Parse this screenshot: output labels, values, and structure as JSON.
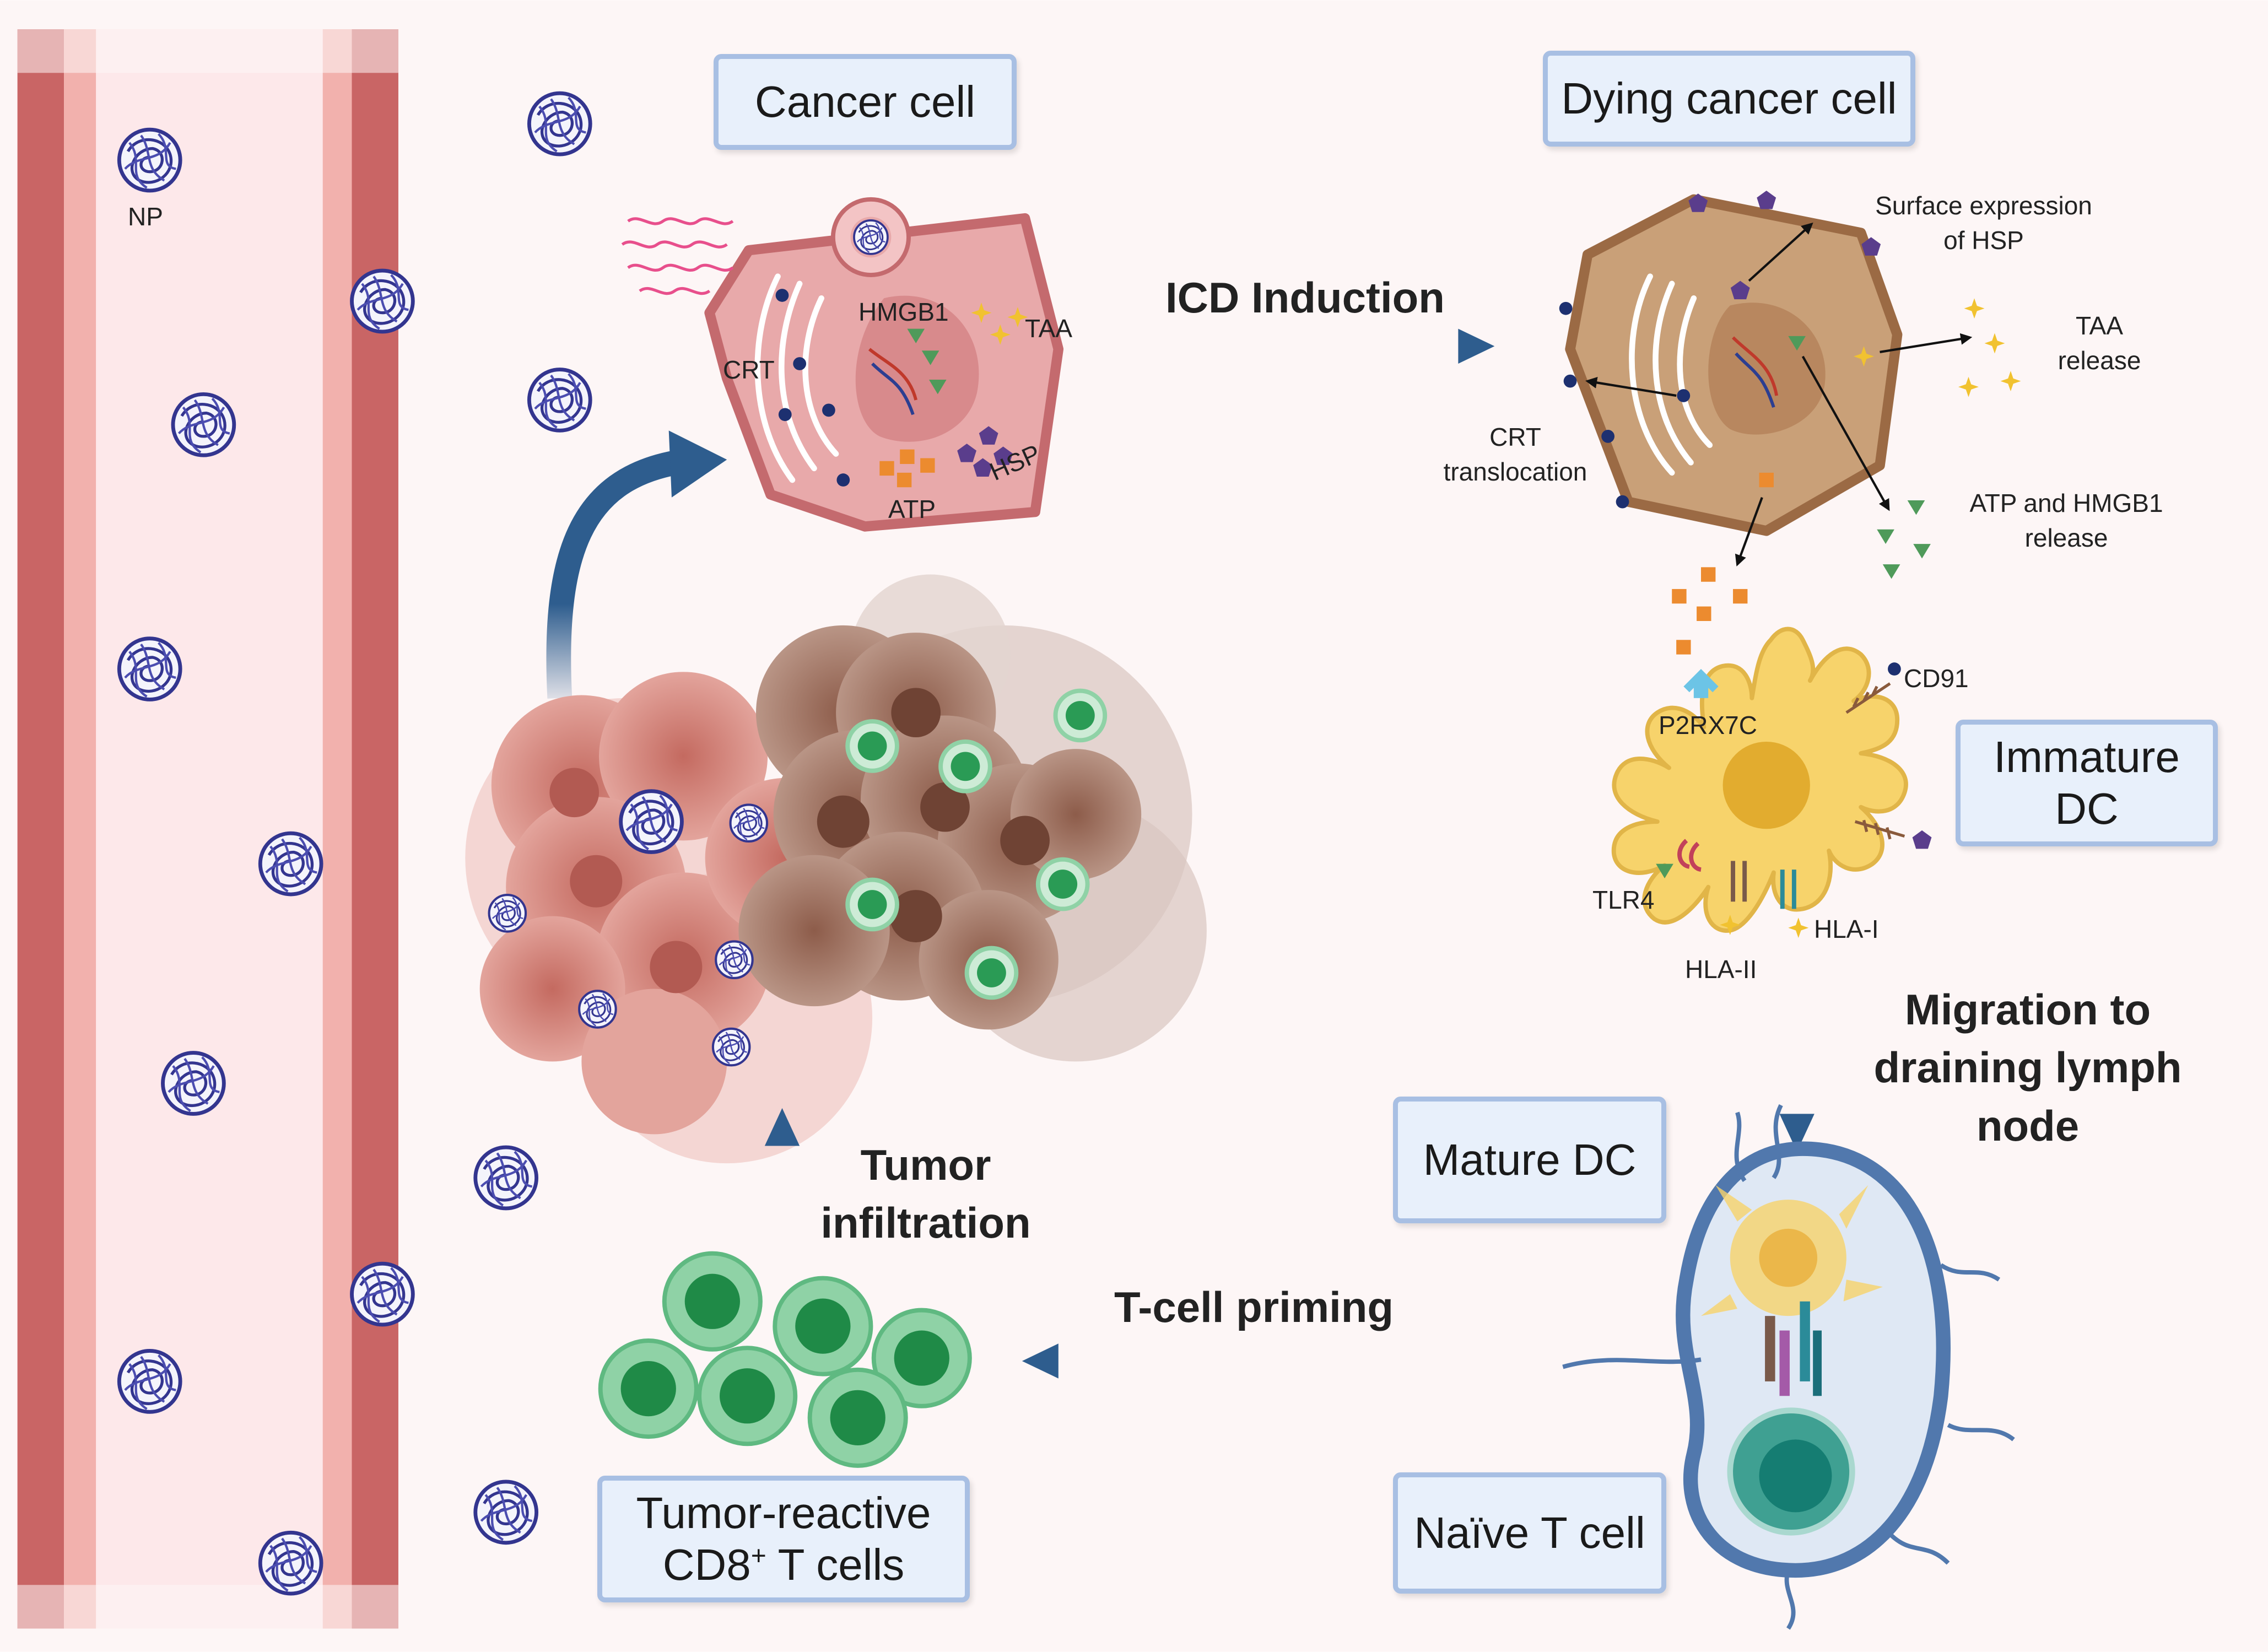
{
  "boxes": {
    "cancer_cell": "Cancer cell",
    "dying_cancer_cell": "Dying cancer cell",
    "immature_dc_l1": "Immature",
    "immature_dc_l2": "DC",
    "mature_dc": "Mature DC",
    "naive_t_cell": "Naïve T cell",
    "tumor_reactive_l1": "Tumor-reactive",
    "tumor_reactive_l2a": "CD8",
    "tumor_reactive_sup": "+",
    "tumor_reactive_l2b": " T cells"
  },
  "labels": {
    "np": "NP",
    "hmgb1": "HMGB1",
    "taa": "TAA",
    "crt": "CRT",
    "atp": "ATP",
    "hsp": "HSP",
    "surface_hsp_l1": "Surface expression",
    "surface_hsp_l2": "of HSP",
    "taa_release_l1": "TAA",
    "taa_release_l2": "release",
    "crt_trans_l1": "CRT",
    "crt_trans_l2": "translocation",
    "atp_hmgb1_l1": "ATP and HMGB1",
    "atp_hmgb1_l2": "release",
    "cd91": "CD91",
    "p2rx7c": "P2RX7C",
    "tlr4": "TLR4",
    "hla_i": "HLA-I",
    "hla_ii": "HLA-II"
  },
  "steps": {
    "icd_induction": "ICD Induction",
    "migration_l1": "Migration to",
    "migration_l2": "draining lymph",
    "migration_l3": "node",
    "tumor_infiltration_l1": "Tumor",
    "tumor_infiltration_l2": "infiltration",
    "t_cell_priming": "T-cell priming"
  },
  "colors": {
    "vessel_wall": "#c96565",
    "vessel_lumen": "#fde7e9",
    "arrow_blue": "#2e5d8e",
    "box_fill": "#e8f0fb",
    "box_border": "#a8bfe3",
    "cancer_cell": "#d98b8b",
    "dying_cell": "#b08565",
    "dendritic_cell": "#f7d36b",
    "t_cell": "#3eaa6a",
    "nanoparticle": "#3d3f9e"
  }
}
